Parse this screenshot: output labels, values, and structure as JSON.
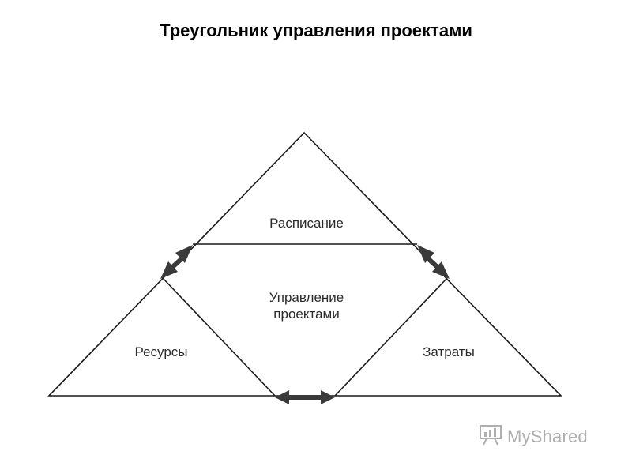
{
  "title": "Треугольник управления проектами",
  "diagram": {
    "top_label": "Расписание",
    "center_label_line1": "Управление",
    "center_label_line2": "проектами",
    "left_label": "Ресурсы",
    "right_label": "Затраты"
  },
  "watermark": {
    "text": "MyShared",
    "icon": "presentation-board-icon"
  },
  "colors": {
    "line": "#1a1a1a",
    "arrow": "#3a3a3a",
    "watermark": "#6f6f6f"
  }
}
